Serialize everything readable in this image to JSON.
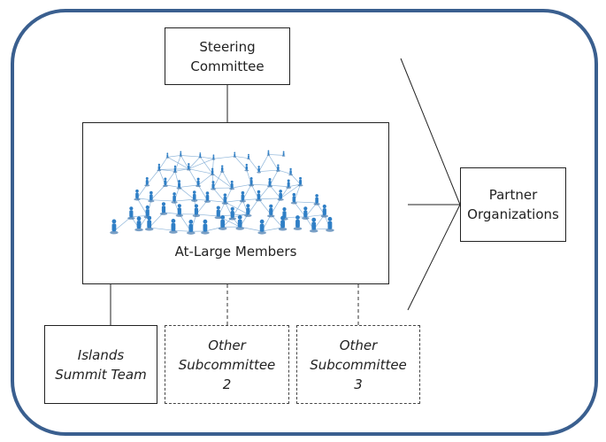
{
  "diagram": {
    "steering": "Steering\nCommittee",
    "members": "At-Large Members",
    "partner": "Partner\nOrganizations",
    "islands": "Islands\nSummit Team",
    "sub2": "Other\nSubcommittee\n2",
    "sub3": "Other\nSubcommittee\n3"
  },
  "colors": {
    "frame": "#3a5f8f",
    "network": "#2f7fc6"
  },
  "icons": [
    "people-network-icon"
  ]
}
